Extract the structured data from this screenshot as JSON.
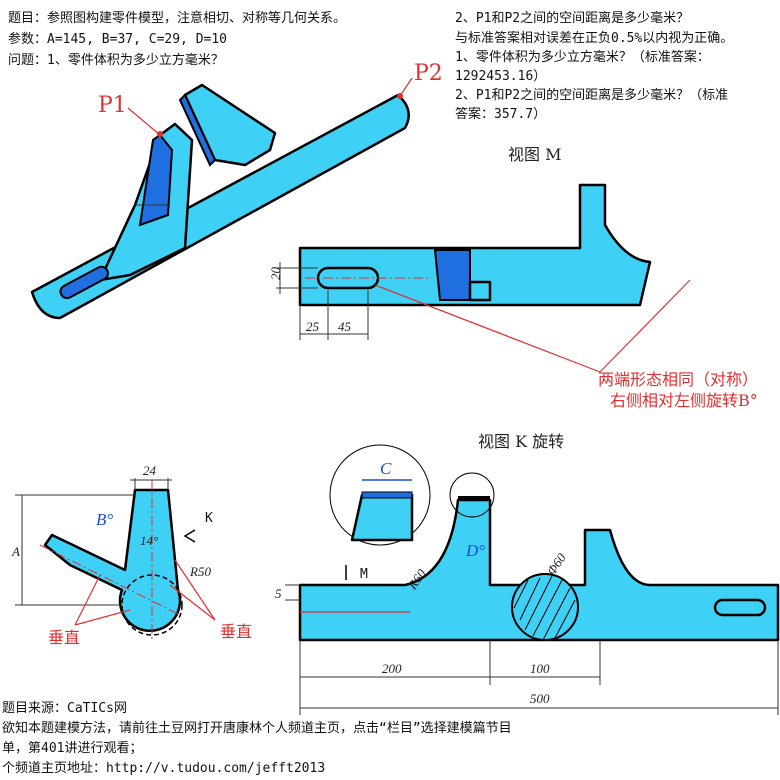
{
  "problem": {
    "title": "题目：参照图构建零件模型，注意相切、对称等几何关系。",
    "params": "参数：A=145, B=37, C=29, D=10",
    "question1": "问题：1、零件体积为多少立方毫米？",
    "question2": "2、P1和P2之间的空间距离是多少毫米？",
    "tolerance": "与标准答案相对误差在正负0.5%以内视为正确。",
    "answer1_label": "1、零件体积为多少立方毫米？（标准答案：",
    "answer1_value": "1292453.16）",
    "answer2_label": "2、P1和P2之间的空间距离是多少毫米？（标准",
    "answer2_value": "答案：357.7）"
  },
  "iso_view": {
    "p1": "P1",
    "p2": "P2"
  },
  "view_m": {
    "title": "视图 M",
    "dims": {
      "height": "20",
      "offset": "25",
      "slot": "45"
    },
    "note_line1": "两端形态相同（对称）",
    "note_line2": "右侧相对左侧旋转B°"
  },
  "view_left": {
    "dims": {
      "width": "24",
      "angle_b": "B°",
      "angle": "14°",
      "radius": "R50",
      "a": "A",
      "k": "K"
    },
    "perp1": "垂直",
    "perp2": "垂直"
  },
  "view_k": {
    "title": "视图 K 旋转",
    "dims": {
      "c": "C",
      "d": "D°",
      "m": "M",
      "r60": "R60",
      "dia": "Φ60",
      "five": "5",
      "d200": "200",
      "d100": "100",
      "d500": "500"
    }
  },
  "footer": {
    "source": "题目来源：CaTICs网",
    "line1": "欲知本题建模方法，请前往土豆网打开唐康林个人频道主页，点击“栏目”选择建模篇节目",
    "line2": "单，第401讲进行观看；",
    "line3": "个频道主页地址：http://v.tudou.com/jefft2013"
  },
  "colors": {
    "part": "#3fd0f5",
    "dark": "#1f6fe0",
    "annotation": "#e03030"
  }
}
